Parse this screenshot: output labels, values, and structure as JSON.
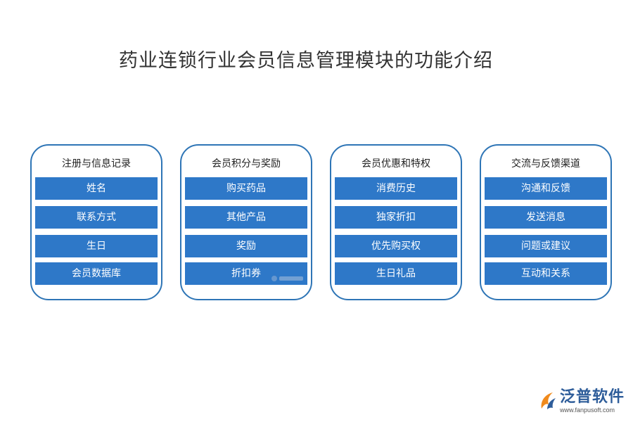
{
  "title": "药业连锁行业会员信息管理模块的功能介绍",
  "colors": {
    "border": "#2e75b6",
    "item_fill": "#2e78c8",
    "item_text": "#ffffff",
    "logo_blue": "#2e5d9a",
    "logo_orange": "#f08a1c"
  },
  "cards": [
    {
      "title": "注册与信息记录",
      "items": [
        "姓名",
        "联系方式",
        "生日",
        "会员数据库"
      ]
    },
    {
      "title": "会员积分与奖励",
      "items": [
        "购买药品",
        "其他产品",
        "奖励",
        "折扣券"
      ]
    },
    {
      "title": "会员优惠和特权",
      "items": [
        "消费历史",
        "独家折扣",
        "优先购买权",
        "生日礼品"
      ]
    },
    {
      "title": "交流与反馈渠道",
      "items": [
        "沟通和反馈",
        "发送消息",
        "问题或建议",
        "互动和关系"
      ]
    }
  ],
  "logo": {
    "name": "泛普软件",
    "url": "www.fanpusoft.com",
    "icon": "fanpu-logo-icon"
  }
}
